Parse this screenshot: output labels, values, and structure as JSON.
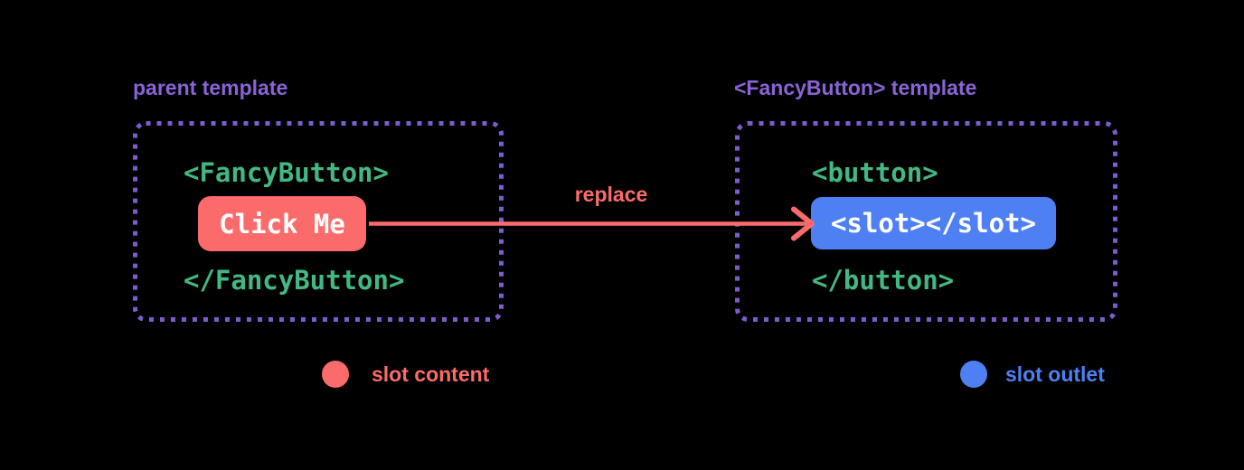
{
  "colors": {
    "background": "#000000",
    "red": "#fc6b6b",
    "green": "#42b883",
    "purple": "#8a63d6",
    "purple_border": "#7e5cd0",
    "blue": "#4e80f4",
    "white": "#ffffff"
  },
  "parent_panel": {
    "title": "parent template",
    "open_tag": "<FancyButton>",
    "slot_content_label": "Click Me",
    "close_tag": "</FancyButton>"
  },
  "fancybutton_panel": {
    "title": "<FancyButton> template",
    "open_tag": "<button>",
    "slot_outlet_label": "<slot></slot>",
    "close_tag": "</button>"
  },
  "arrow": {
    "label": "replace"
  },
  "legend": {
    "slot_content": "slot content",
    "slot_outlet": "slot outlet"
  }
}
